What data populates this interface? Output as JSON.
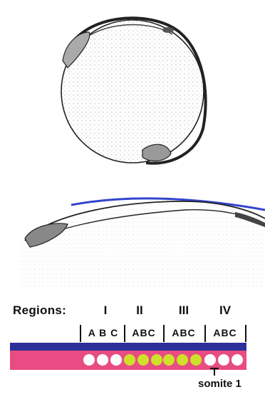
{
  "diagram": {
    "regions_label": "Regions:",
    "regions": [
      {
        "numeral": "I",
        "subregions": "A B C",
        "dots": [
          "white",
          "white",
          "white"
        ]
      },
      {
        "numeral": "II",
        "subregions": "ABC",
        "dots": [
          "yellow",
          "yellow",
          "yellow"
        ]
      },
      {
        "numeral": "III",
        "subregions": "ABC",
        "dots": [
          "yellow",
          "yellow",
          "yellow"
        ]
      },
      {
        "numeral": "IV",
        "subregions": "ABC",
        "dots": [
          "white",
          "white",
          "white"
        ]
      }
    ],
    "somite_label": "somite 1",
    "colors": {
      "blue_bar": "#2d2f9a",
      "pink_bar": "#e84c82",
      "dot_white": "#ffffff",
      "dot_yellow": "#cfe02a",
      "outline_blue": "#3344cc"
    }
  }
}
